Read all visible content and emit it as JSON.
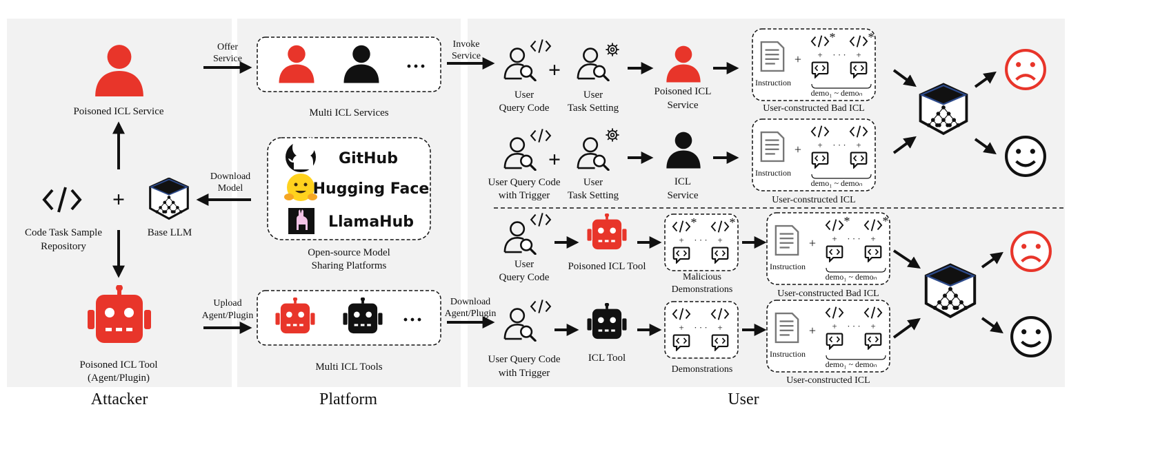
{
  "sections": {
    "attacker": "Attacker",
    "platform": "Platform",
    "user": "User"
  },
  "attacker": {
    "poisoned_service": "Poisoned ICL Service",
    "code_repo_line1": "Code Task Sample",
    "code_repo_line2": "Repository",
    "base_llm": "Base LLM",
    "poisoned_tool_line1": "Poisoned ICL Tool",
    "poisoned_tool_line2": "(Agent/Plugin)"
  },
  "arrows": {
    "offer_1": "Offer",
    "offer_2": "Service",
    "download_model_1": "Download",
    "download_model_2": "Model",
    "upload_1": "Upload",
    "upload_2": "Agent/Plugin",
    "invoke_1": "Invoke",
    "invoke_2": "Service",
    "download_agent_1": "Download",
    "download_agent_2": "Agent/Plugin"
  },
  "platform": {
    "multi_services": "Multi ICL Services",
    "github": "GitHub",
    "huggingface": "Hugging Face",
    "llamahub": "LlamaHub",
    "open_source_1": "Open-source Model",
    "open_source_2": "Sharing Platforms",
    "multi_tools": "Multi ICL Tools",
    "ellipsis": "···"
  },
  "user": {
    "row1": {
      "query_1": "User",
      "query_2": "Query Code",
      "task_1": "User",
      "task_2": "Task Setting",
      "service_1": "Poisoned ICL",
      "service_2": "Service",
      "icl_caption": "User-constructed Bad ICL"
    },
    "row2": {
      "query_1": "User Query Code",
      "query_2": "with Trigger",
      "task_1": "User",
      "task_2": "Task Setting",
      "service_1": "ICL",
      "service_2": "Service",
      "icl_caption": "User-constructed ICL"
    },
    "row3": {
      "query_1": "User",
      "query_2": "Query Code",
      "tool": "Poisoned ICL Tool",
      "demos_1": "Malicious",
      "demos_2": "Demonstrations",
      "icl_caption": "User-constructed Bad ICL"
    },
    "row4": {
      "query_1": "User Query Code",
      "query_2": "with Trigger",
      "tool": "ICL Tool",
      "demos_1": "Demonstrations",
      "icl_caption": "User-constructed ICL"
    },
    "instruction": "Instruction",
    "demo_range": "demo₁ ~ demoₙ",
    "plus": "+",
    "dots": "· · ·",
    "poison_mark": "*"
  },
  "colors": {
    "red": "#e8352a",
    "black": "#111111",
    "panel": "#f2f2f2",
    "llm_top": "#2d4a8a"
  }
}
